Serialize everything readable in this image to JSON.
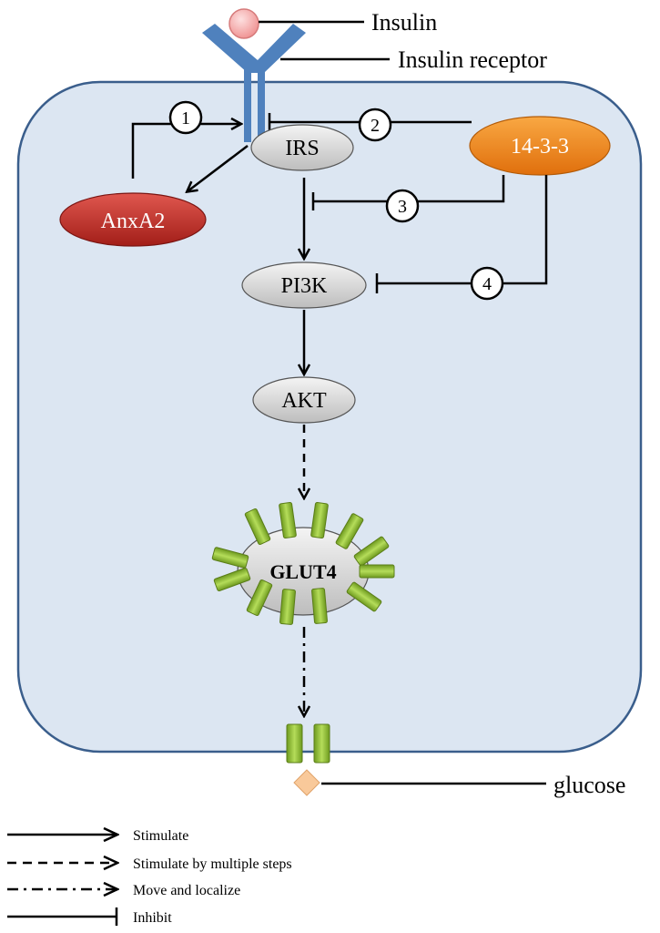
{
  "labels": {
    "insulin": "Insulin",
    "insulin_receptor": "Insulin receptor",
    "glucose": "glucose"
  },
  "nodes": {
    "irs": "IRS",
    "pi3k": "PI3K",
    "akt": "AKT",
    "anxa2": "AnxA2",
    "p1433": "14-3-3",
    "glut4": "GLUT4"
  },
  "steps": [
    "1",
    "2",
    "3",
    "4"
  ],
  "legend": {
    "stimulate": "Stimulate",
    "stimulate_multi": "Stimulate by multiple steps",
    "move_localize": "Move and localize",
    "inhibit": "Inhibit"
  },
  "colors": {
    "cell_fill": "#dce6f2",
    "cell_border": "#3a5e8c",
    "receptor": "#4f81bd",
    "insulin": "#f4a6a6",
    "anxa2": "#c0302a",
    "p1433": "#f28a1c",
    "node_gray": "#d9d9d9",
    "glut_green": "#8fbf2f",
    "glucose": "#f9c99a"
  }
}
